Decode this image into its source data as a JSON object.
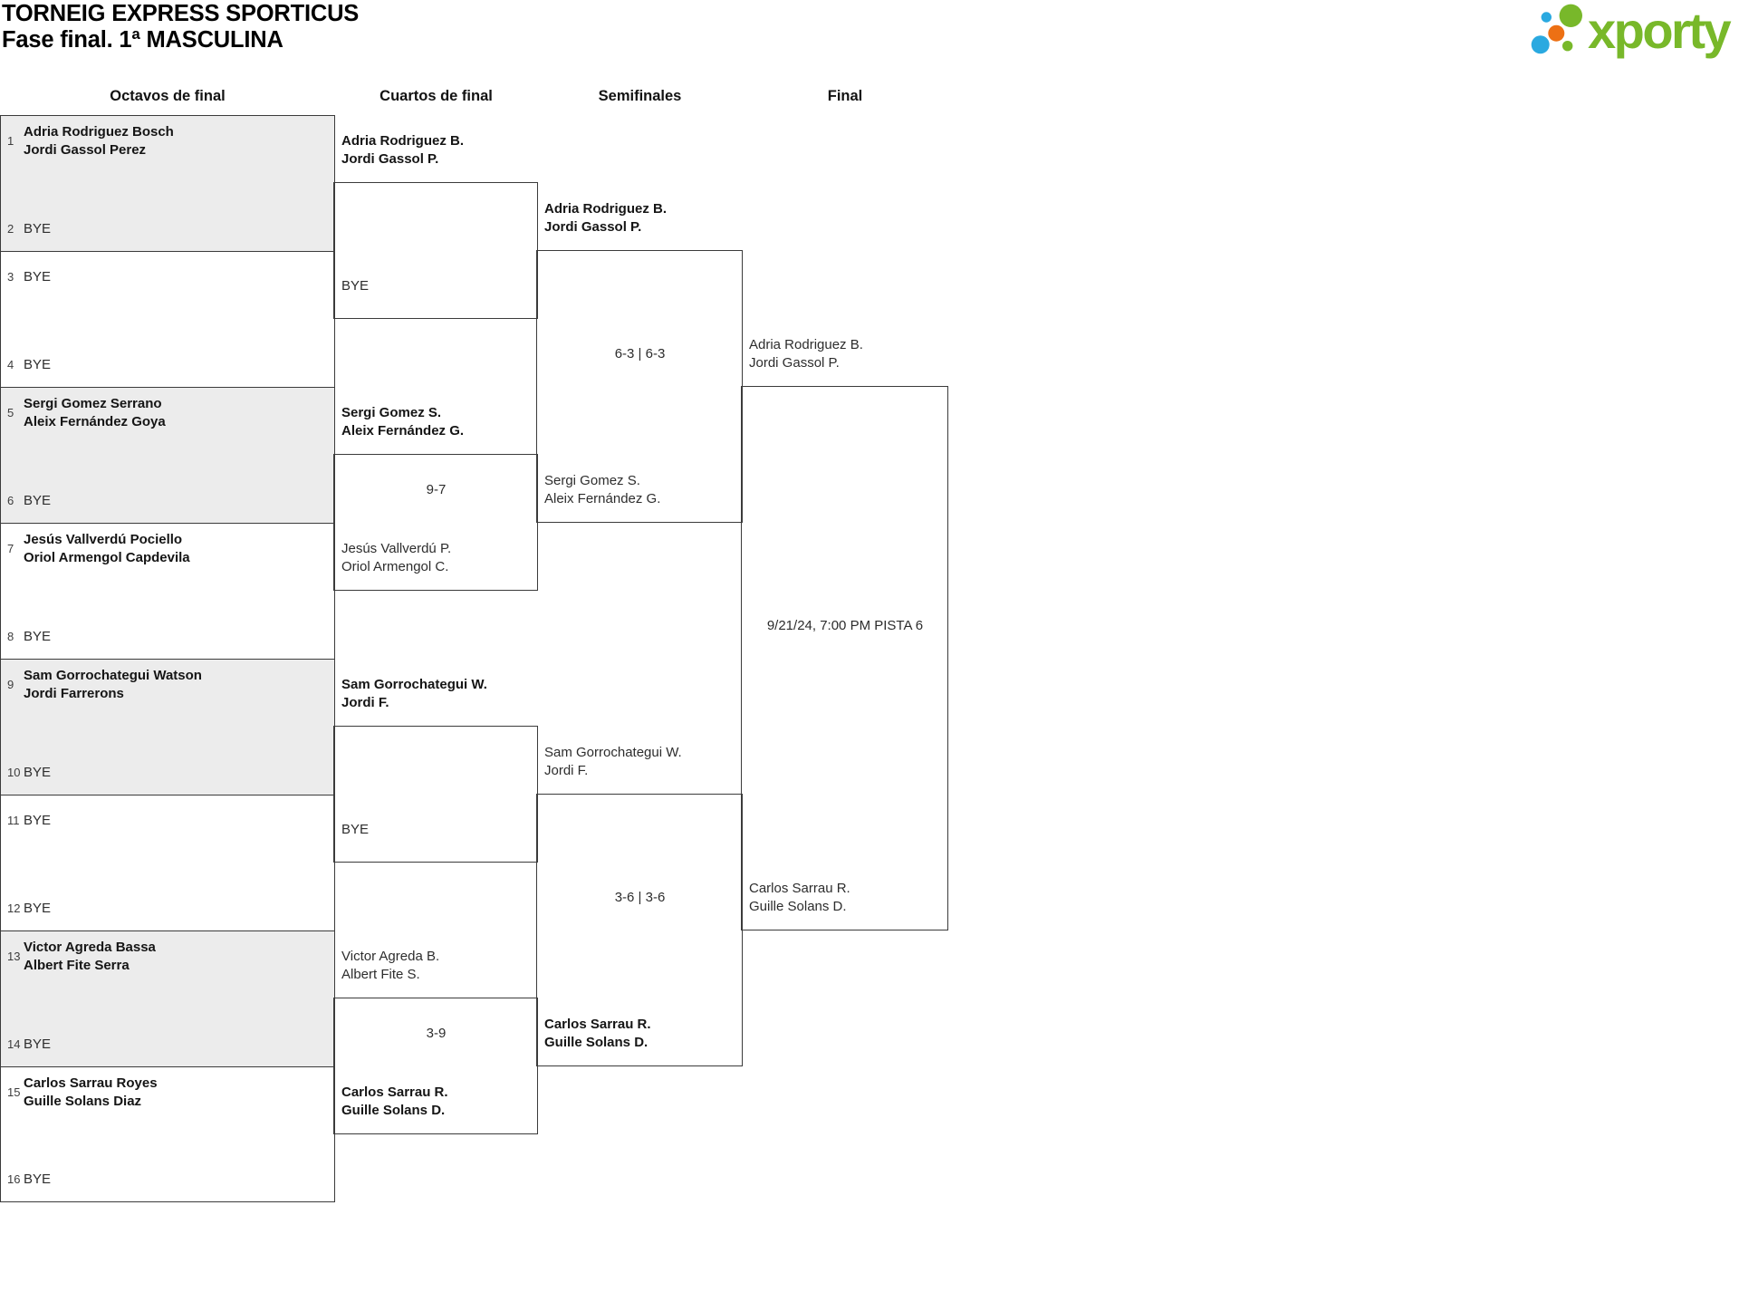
{
  "header": {
    "title": "TORNEIG EXPRESS SPORTICUS",
    "subtitle": "Fase final. 1ª MASCULINA"
  },
  "brand": {
    "logo_text": "xporty",
    "green": "#78b82a",
    "blue": "#2aa9e0",
    "orange": "#ed7014"
  },
  "colors": {
    "border": "#3b3b3b",
    "shaded_row": "#ececec"
  },
  "columns": {
    "octavos": "Octavos de final",
    "cuartos": "Cuartos de final",
    "semifinales": "Semifinales",
    "final": "Final"
  },
  "octavos": [
    {
      "top": {
        "seed": "1",
        "l1": "Adria Rodriguez Bosch",
        "l2": "Jordi Gassol Perez"
      },
      "bottom": {
        "seed": "2",
        "l1": "BYE"
      }
    },
    {
      "top": {
        "seed": "3",
        "l1": "BYE",
        "l2": ""
      },
      "bottom": {
        "seed": "4",
        "l1": "BYE"
      }
    },
    {
      "top": {
        "seed": "5",
        "l1": "Sergi Gomez Serrano",
        "l2": "Aleix Fernández Goya"
      },
      "bottom": {
        "seed": "6",
        "l1": "BYE"
      }
    },
    {
      "top": {
        "seed": "7",
        "l1": "Jesús Vallverdú Pociello",
        "l2": "Oriol Armengol Capdevila"
      },
      "bottom": {
        "seed": "8",
        "l1": "BYE"
      }
    },
    {
      "top": {
        "seed": "9",
        "l1": "Sam Gorrochategui Watson",
        "l2": "Jordi Farrerons"
      },
      "bottom": {
        "seed": "10",
        "l1": "BYE"
      }
    },
    {
      "top": {
        "seed": "11",
        "l1": "BYE",
        "l2": ""
      },
      "bottom": {
        "seed": "12",
        "l1": "BYE"
      }
    },
    {
      "top": {
        "seed": "13",
        "l1": "Victor Agreda Bassa",
        "l2": "Albert Fite Serra"
      },
      "bottom": {
        "seed": "14",
        "l1": "BYE"
      }
    },
    {
      "top": {
        "seed": "15",
        "l1": "Carlos Sarrau Royes",
        "l2": "Guille Solans Diaz"
      },
      "bottom": {
        "seed": "16",
        "l1": "BYE"
      }
    }
  ],
  "cuartos": [
    {
      "top": {
        "l1": "Adria Rodriguez B.",
        "l2": "Jordi Gassol P."
      },
      "bottom": {
        "l1": "BYE",
        "l2": ""
      },
      "score": ""
    },
    {
      "top": {
        "l1": "Sergi Gomez S.",
        "l2": "Aleix Fernández G."
      },
      "bottom": {
        "l1": "Jesús Vallverdú P.",
        "l2": "Oriol Armengol C."
      },
      "score": "9-7"
    },
    {
      "top": {
        "l1": "Sam Gorrochategui W.",
        "l2": "Jordi F."
      },
      "bottom": {
        "l1": "BYE",
        "l2": ""
      },
      "score": ""
    },
    {
      "top": {
        "l1": "Victor Agreda B.",
        "l2": "Albert Fite S."
      },
      "bottom": {
        "l1": "Carlos Sarrau R.",
        "l2": "Guille Solans D."
      },
      "score": "3-9"
    }
  ],
  "semifinales": [
    {
      "top": {
        "l1": "Adria Rodriguez B.",
        "l2": "Jordi Gassol P."
      },
      "bottom": {
        "l1": "Sergi Gomez S.",
        "l2": "Aleix Fernández G."
      },
      "score": "6-3 | 6-3"
    },
    {
      "top": {
        "l1": "Sam Gorrochategui W.",
        "l2": "Jordi F."
      },
      "bottom": {
        "l1": "Carlos Sarrau R.",
        "l2": "Guille Solans D."
      },
      "score": "3-6 | 3-6"
    }
  ],
  "final": {
    "top": {
      "l1": "Adria Rodriguez B.",
      "l2": "Jordi Gassol P."
    },
    "bottom": {
      "l1": "Carlos Sarrau R.",
      "l2": "Guille Solans D."
    },
    "schedule": "9/21/24, 7:00 PM PISTA 6"
  }
}
